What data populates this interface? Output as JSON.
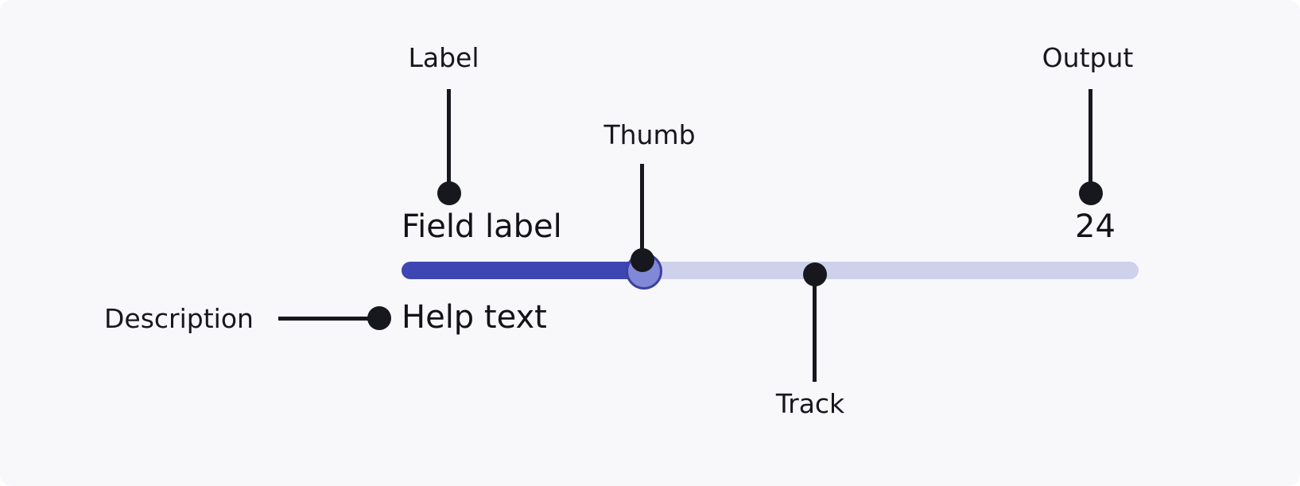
{
  "annotations": {
    "label": "Label",
    "thumb": "Thumb",
    "output": "Output",
    "track": "Track",
    "description": "Description"
  },
  "slider": {
    "label": "Field label",
    "output": "24",
    "description": "Help text",
    "fill_percent": 33
  },
  "colors": {
    "background": "#f8f8fa",
    "annotation": "#17181d",
    "track_fill": "#3e46b4",
    "track_rest": "#cdd1ec",
    "thumb_fill": "#8189d6",
    "thumb_border": "#3b42a4"
  }
}
